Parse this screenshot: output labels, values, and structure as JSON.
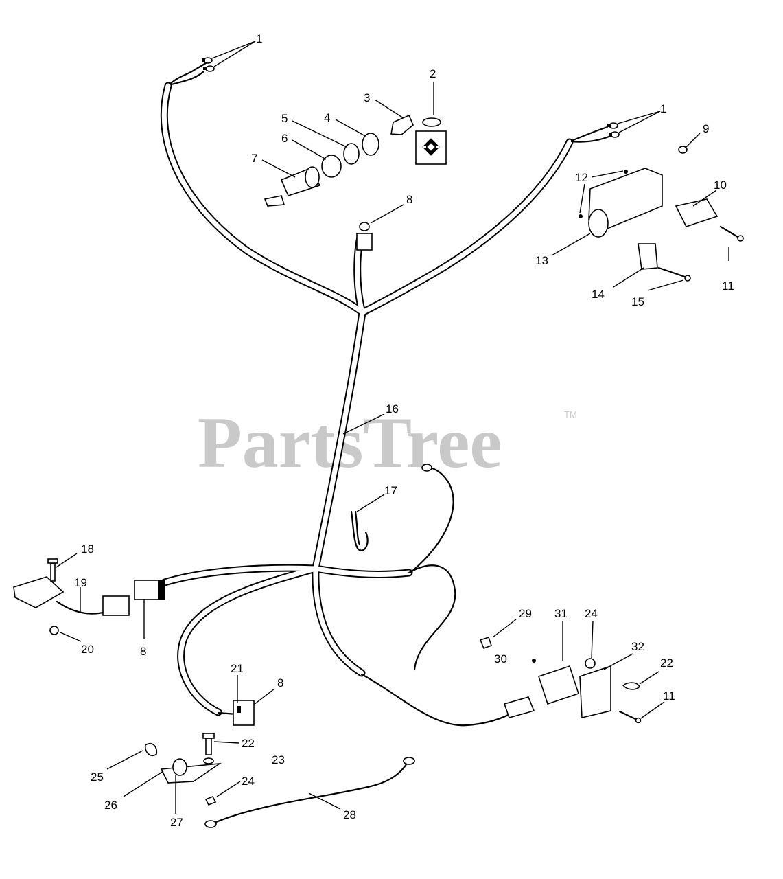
{
  "watermark": {
    "brand": "PartsTree",
    "trademark": "TM"
  },
  "callouts": {
    "c1a": "1",
    "c1b": "1",
    "c2": "2",
    "c3": "3",
    "c4": "4",
    "c5": "5",
    "c6": "6",
    "c7": "7",
    "c8a": "8",
    "c8b": "8",
    "c8c": "8",
    "c9": "9",
    "c10": "10",
    "c11a": "11",
    "c11b": "11",
    "c12": "12",
    "c13": "13",
    "c14": "14",
    "c15": "15",
    "c16": "16",
    "c17": "17",
    "c18": "18",
    "c19": "19",
    "c20": "20",
    "c21": "21",
    "c22a": "22",
    "c22b": "22",
    "c23": "23",
    "c24a": "24",
    "c24b": "24",
    "c25": "25",
    "c26": "26",
    "c27": "27",
    "c28": "28",
    "c29": "29",
    "c30": "30",
    "c31": "31",
    "c32": "32"
  }
}
